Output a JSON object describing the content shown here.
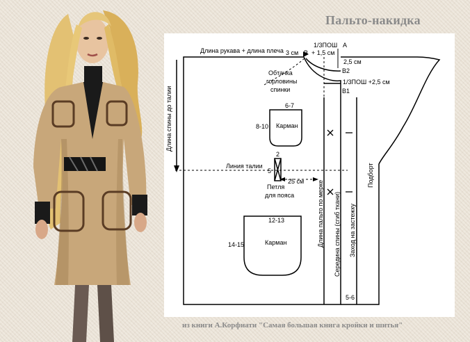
{
  "title": "Пальто-накидка",
  "credit": "из книги А.Корфиати \"Самая большая книга кройки и шитья\"",
  "pattern": {
    "sleeve_label": "Длина рукава + длина плеча",
    "neck_width_top": "1/3ПОШ",
    "neck_width_add": "+ 1,5 см",
    "three_cm": "3 см",
    "point_a": "А",
    "point_b": "В",
    "point_b2": "В2",
    "point_b1": "В1",
    "two_five_cm": "2,5 см",
    "neck_depth": "1/3ПОШ +2,5 см",
    "facing_line1": "Обтачка",
    "facing_line2": "горловины",
    "facing_line3": "спинки",
    "back_length": "Длина спины до талии",
    "pocket_small_dim_top": "6-7",
    "pocket_small_dim_side": "8-10",
    "pocket_small_label": "Карман",
    "waist_line": "Линия талии",
    "loop_num_top": "2",
    "loop_num_side": "5",
    "loop_dist": "25 см",
    "loop_line1": "Петля",
    "loop_line2": "для пояса",
    "coat_length": "Длина пальто по мерке",
    "center_back": "Середина спины (сгиб ткани)",
    "overlap": "Заход на застежку",
    "facing_vertical": "Подборт",
    "pocket_large_dim_top": "12-13",
    "pocket_large_dim_side": "14-15",
    "pocket_large_label": "Карман",
    "hem_dim": "5-6"
  }
}
